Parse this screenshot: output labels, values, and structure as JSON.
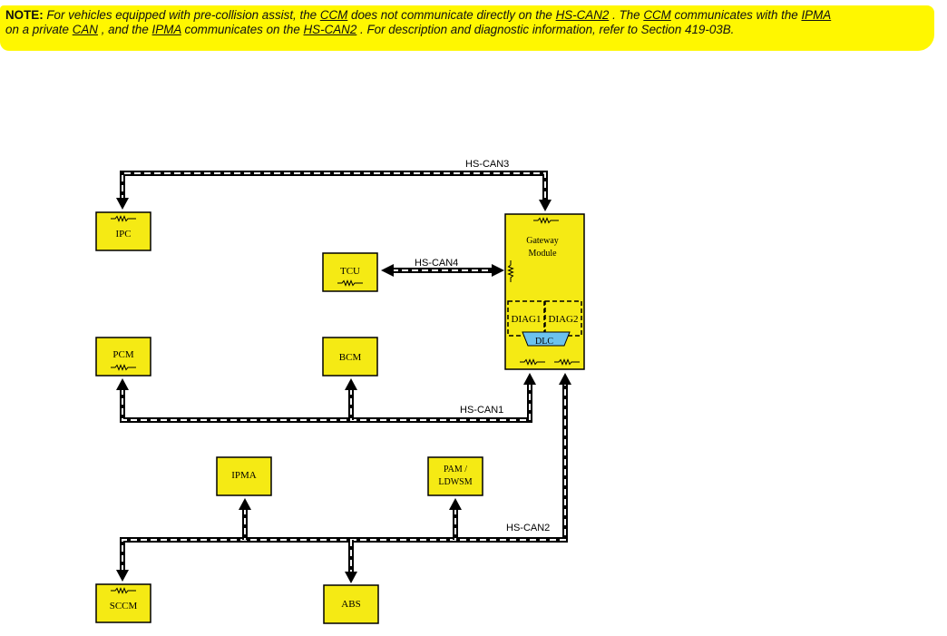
{
  "note": {
    "label": "NOTE:",
    "seg1": " For vehicles equipped with pre-collision assist, the ",
    "link_ccm_1": "CCM",
    "seg2": " does not communicate directly on the ",
    "link_hscan2_1": "HS-CAN2",
    "seg3": " . The ",
    "link_ccm_2": "CCM",
    "seg4": " communicates with the ",
    "link_ipma_1": "IPMA",
    "seg5": "on a private ",
    "link_can": "CAN",
    "seg6": " , and the ",
    "link_ipma_2": "IPMA",
    "seg7": " communicates on the ",
    "link_hscan2_2": "HS-CAN2",
    "seg8": " . For description and diagnostic information, refer to Section 419-03B."
  },
  "diagram": {
    "modules": {
      "ipc": "IPC",
      "tcu": "TCU",
      "gateway_line1": "Gateway",
      "gateway_line2": "Module",
      "diag1": "DIAG1",
      "diag2": "DIAG2",
      "dlc": "DLC",
      "pcm": "PCM",
      "bcm": "BCM",
      "ipma": "IPMA",
      "pam_line1": "PAM /",
      "pam_line2": "LDWSM",
      "sccm": "SCCM",
      "abs": "ABS"
    },
    "buses": {
      "hscan1": "HS-CAN1",
      "hscan2": "HS-CAN2",
      "hscan3": "HS-CAN3",
      "hscan4": "HS-CAN4"
    },
    "colors": {
      "module_fill": "#f5ea14",
      "highlight": "#fff700",
      "dlc_fill": "#6cc2ee"
    }
  }
}
